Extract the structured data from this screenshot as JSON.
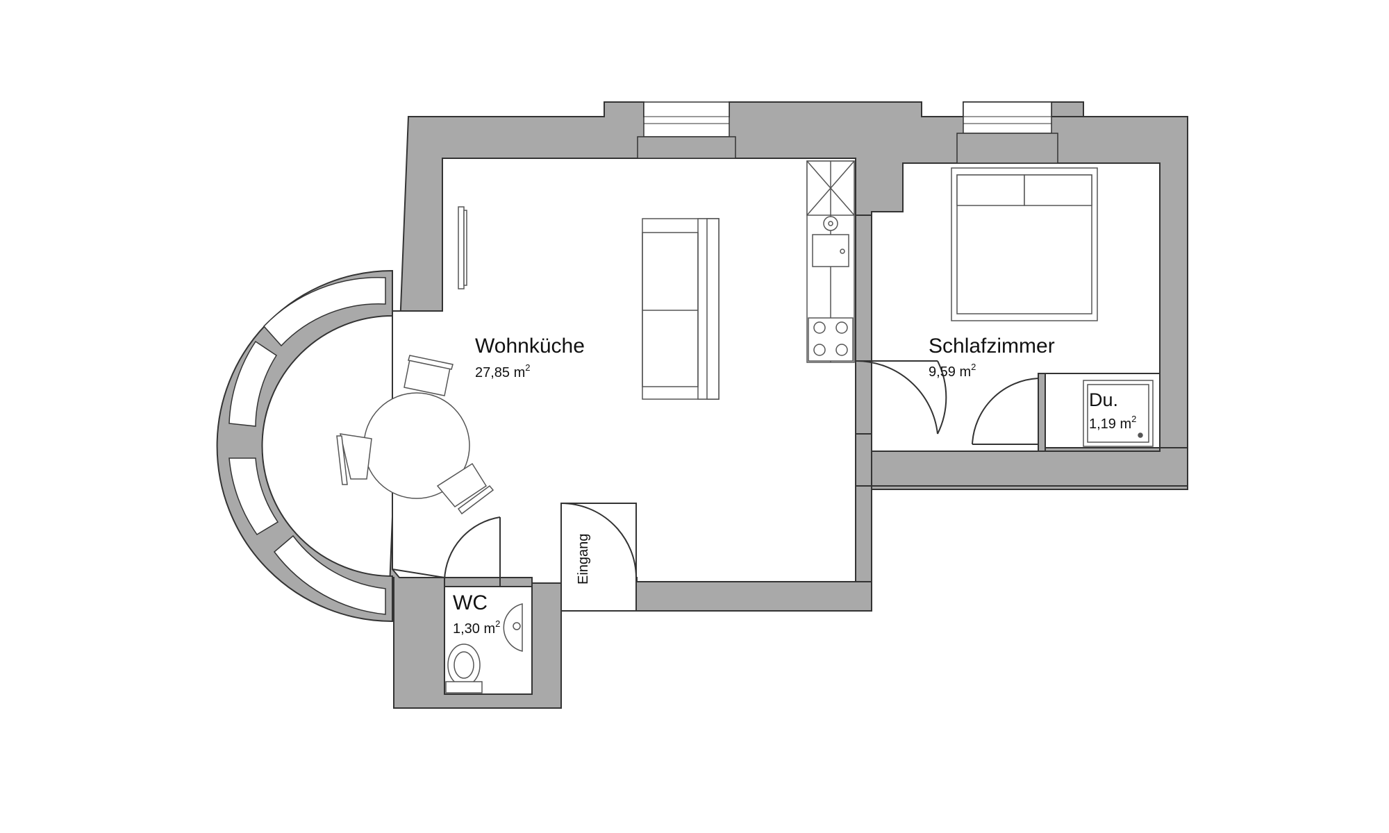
{
  "rooms": {
    "living": {
      "name": "Wohnküche",
      "area_value": "27,85 m",
      "area_unit_sup": "2"
    },
    "bedroom": {
      "name": "Schlafzimmer",
      "area_value": "9,59 m",
      "area_unit_sup": "2"
    },
    "shower": {
      "name": "Du.",
      "area_value": "1,19 m",
      "area_unit_sup": "2"
    },
    "wc": {
      "name": "WC",
      "area_value": "1,30 m",
      "area_unit_sup": "2"
    }
  },
  "entrance": {
    "label": "Eingang"
  },
  "colors": {
    "wall": "#a9a9a9",
    "wall_outline": "#333333",
    "background": "#ffffff",
    "furniture_line": "#555555"
  },
  "icons": [
    "sofa-icon",
    "dining-table-icon",
    "chair-icon",
    "bed-icon",
    "sink-icon",
    "stove-icon",
    "toilet-icon",
    "washbasin-icon",
    "shower-tray-icon",
    "tv-icon",
    "window-icon",
    "door-swing-icon"
  ]
}
